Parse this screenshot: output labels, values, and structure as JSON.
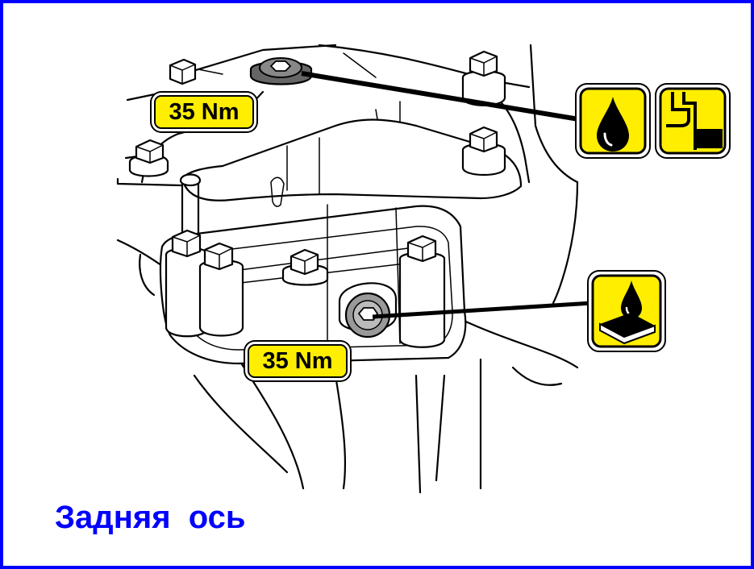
{
  "diagram": {
    "torque_labels": [
      {
        "id": "fill-plug",
        "text": "35 Nm"
      },
      {
        "id": "drain-plug",
        "text": "35 Nm"
      }
    ],
    "caption": "Задняя  ось",
    "icons": [
      "oil-drop-icon",
      "fill-level-icon",
      "oil-drain-pan-icon"
    ]
  },
  "colors": {
    "frame": "#0000ff",
    "label_fill": "#ffee00",
    "caption": "#0000ff",
    "line": "#000000"
  }
}
